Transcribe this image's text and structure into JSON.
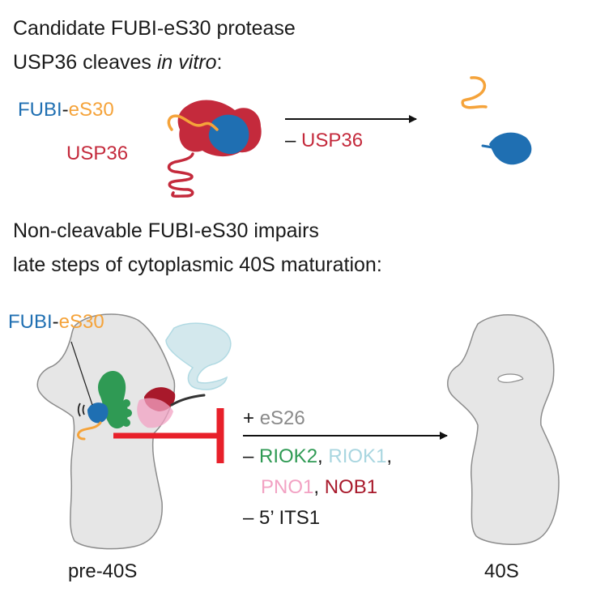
{
  "colors": {
    "fubi_blue": "#1f6fb2",
    "es30_orange": "#f5a33a",
    "usp36_red": "#c42a3c",
    "riok2_green": "#2f9a54",
    "riok1_lightblue": "#a9d6e0",
    "pno1_pink": "#f2a2c3",
    "nob1_darkred": "#a8192b",
    "es26_grey": "#8a8a8a",
    "inhibition_red": "#e8202a",
    "ribosome_grey": "#e6e6e6"
  },
  "panel1": {
    "title_line1": "Candidate FUBI-eS30 protease",
    "title_line2_prefix": "USP36 cleaves ",
    "title_line2_italic": "in vitro",
    "title_line2_suffix": ":",
    "fubi": "FUBI",
    "dash": "-",
    "es30": "eS30",
    "usp36": "USP36",
    "minus_usp36_prefix": "– ",
    "minus_usp36": "USP36"
  },
  "panel2": {
    "title_line1": "Non-cleavable FUBI-eS30 impairs",
    "title_line2": "late steps of cytoplasmic 40S maturation:",
    "fubi": "FUBI",
    "dash": "-",
    "es30": "eS30",
    "plus_prefix": "+ ",
    "es26": "eS26",
    "minus_prefix": "– ",
    "riok2": "RIOK2",
    "comma1": ", ",
    "riok1": "RIOK1",
    "comma2": ",",
    "pno1": "PNO1",
    "comma3": ", ",
    "nob1": "NOB1",
    "its1": "– 5’ ITS1",
    "pre40s": "pre-40S",
    "mature40s": "40S"
  }
}
